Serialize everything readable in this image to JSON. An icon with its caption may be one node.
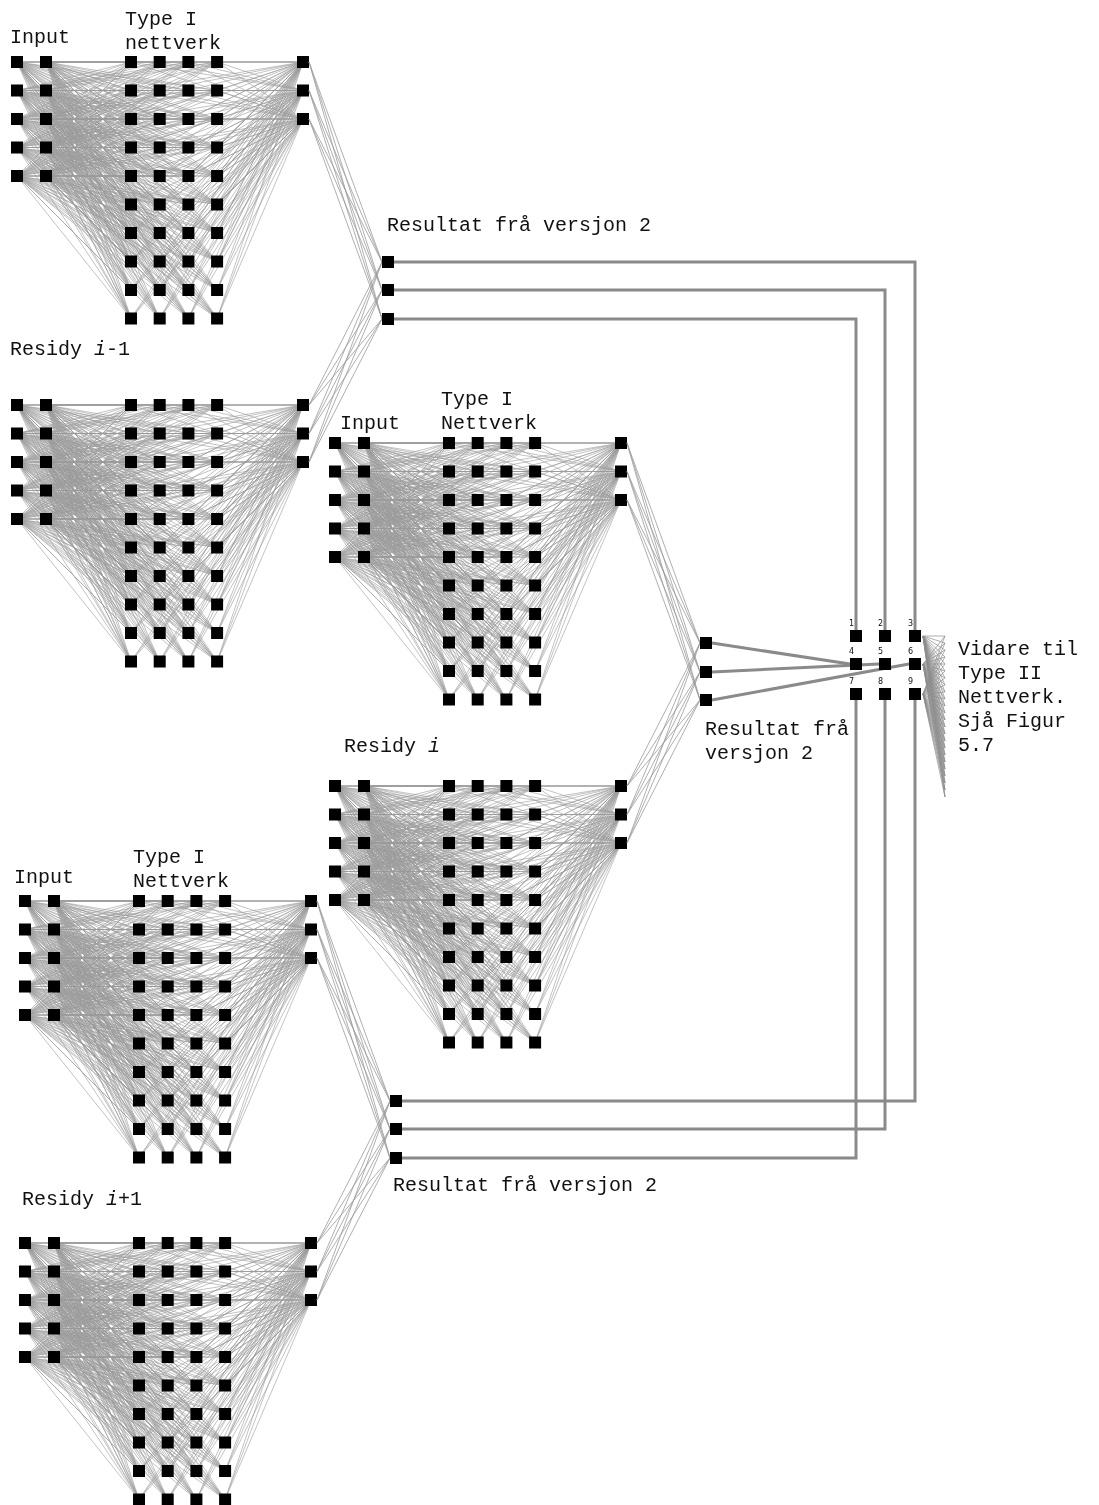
{
  "diagram": {
    "nodes": [
      {
        "text": [],
        "shape": "box"
      },
      {
        "text": [],
        "shape": "box"
      },
      {
        "text": [],
        "shape": "box"
      },
      {
        "text": [],
        "shape": "box",
        "beside": [
          "1"
        ]
      },
      {
        "text": [],
        "shape": "box",
        "beside": [
          "2"
        ]
      },
      {
        "text": [],
        "shape": "box",
        "beside": [
          "3"
        ]
      },
      {
        "text": [],
        "shape": "box",
        "beside": [
          "4"
        ]
      },
      {
        "text": [],
        "shape": "box",
        "beside": [
          "5"
        ]
      },
      {
        "text": [],
        "shape": "box",
        "beside": [
          "6"
        ]
      },
      {
        "text": [],
        "shape": "box",
        "beside": [
          "7"
        ]
      },
      {
        "text": [],
        "shape": "box",
        "beside": [
          "8"
        ]
      },
      {
        "text": [],
        "shape": "box",
        "beside": [
          "9"
        ]
      },
      {
        "text": [],
        "shape": "box"
      },
      {
        "text": [],
        "shape": "box"
      },
      {
        "text": [],
        "shape": "box"
      },
      {
        "text": [],
        "shape": "box"
      },
      {
        "text": [],
        "shape": "box"
      },
      {
        "text": [],
        "shape": "box"
      }
    ],
    "edges": [
      {
        "from": 0,
        "to": 5,
        "arrow": "none"
      },
      {
        "from": 1,
        "to": 4,
        "arrow": "none"
      },
      {
        "from": 2,
        "to": 3,
        "arrow": "none"
      },
      {
        "from": 12,
        "to": 6,
        "arrow": "none"
      },
      {
        "from": 13,
        "to": 7,
        "arrow": "none"
      },
      {
        "from": 14,
        "to": 8,
        "arrow": "none"
      },
      {
        "from": 15,
        "to": 11,
        "arrow": "none"
      },
      {
        "from": 16,
        "to": 10,
        "arrow": "none"
      },
      {
        "from": 17,
        "to": 9,
        "arrow": "none"
      }
    ],
    "labels": [
      "Input",
      "Type I nettverk",
      "Resultat frå versjon 2",
      "Residy *i*-1",
      "Input",
      "Type I Nettverk",
      "Resultat frå versjon 2",
      "Residy *i*",
      "Vidare til Type II Nettverk. Sjå Figur 5.7",
      "Input",
      "Type I Nettverk",
      "Resultat frå versjon 2",
      "Residy *i*+1"
    ]
  }
}
